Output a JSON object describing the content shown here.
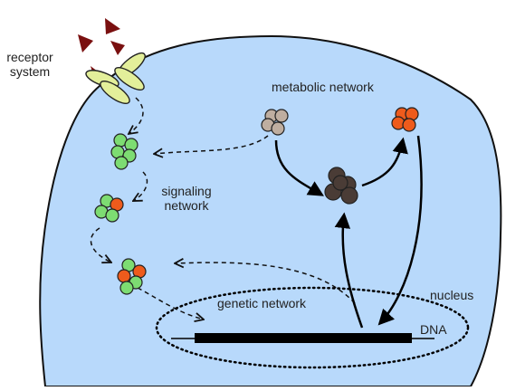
{
  "labels": {
    "receptor": [
      "receptor",
      "system"
    ],
    "metabolic": "metabolic network",
    "signaling": [
      "signaling",
      "network"
    ],
    "genetic": "genetic network",
    "nucleus": "nucleus",
    "dna": "DNA"
  },
  "colors": {
    "cell_fill": "#b8d9fb",
    "cell_stroke": "#111111",
    "receptor_fill": "#e3ef9a",
    "ligand_fill": "#7a1010",
    "green": "#7ddc72",
    "orange": "#ee5b1c",
    "tan": "#bfaea0",
    "dark_brown": "#4a3c36",
    "dna": "#000000"
  },
  "icons": {
    "ligand": "triangle-icon",
    "receptor": "receptor-icon",
    "molecule": "molecule-cluster-icon"
  }
}
